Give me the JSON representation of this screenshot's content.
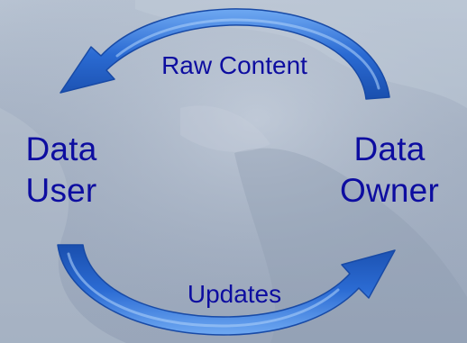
{
  "nodes": {
    "left": {
      "line1": "Data",
      "line2": "User"
    },
    "right": {
      "line1": "Data",
      "line2": "Owner"
    }
  },
  "edges": {
    "top": "Raw Content",
    "bottom": "Updates"
  },
  "colors": {
    "text": "#0d0da0",
    "arrow": "#1f5ec9",
    "arrow_highlight": "#5b9cf0",
    "background": "#a6b2c4"
  }
}
